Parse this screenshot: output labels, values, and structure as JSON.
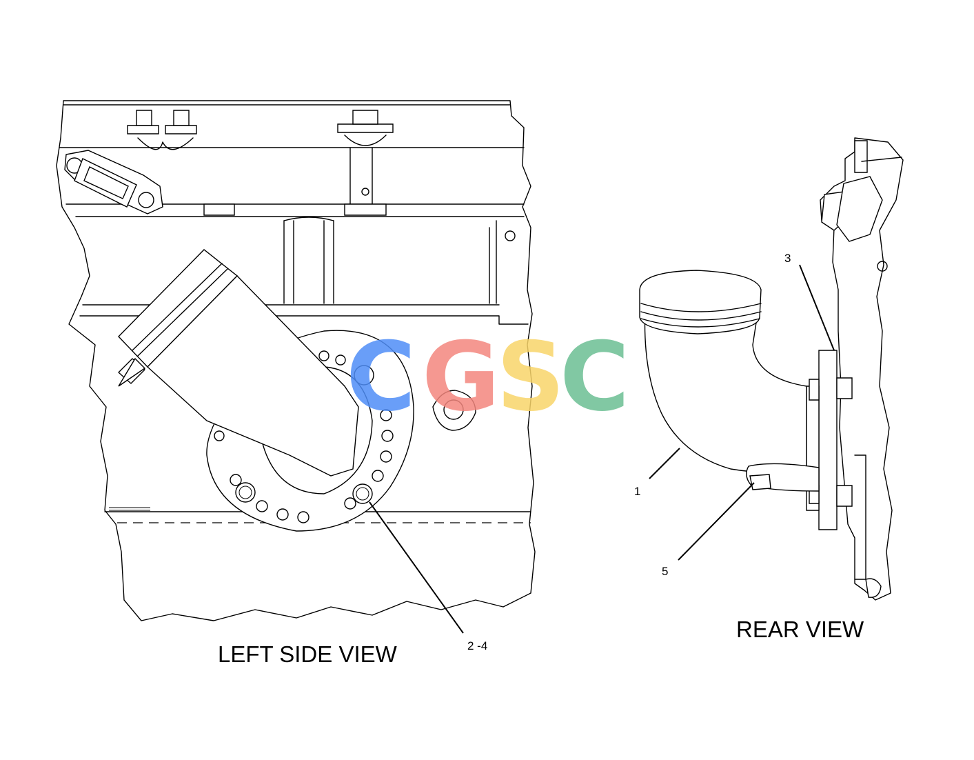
{
  "views": {
    "left": {
      "label": "LEFT SIDE VIEW"
    },
    "rear": {
      "label": "REAR VIEW"
    }
  },
  "callouts": {
    "c1": "1",
    "c2_4": "2 -4",
    "c3": "3",
    "c5": "5"
  },
  "watermark": {
    "letters": [
      "C",
      "G",
      "S",
      "C"
    ],
    "colors": [
      "#4f8ef7",
      "#f4877e",
      "#f9d56a",
      "#6cbf93"
    ]
  }
}
